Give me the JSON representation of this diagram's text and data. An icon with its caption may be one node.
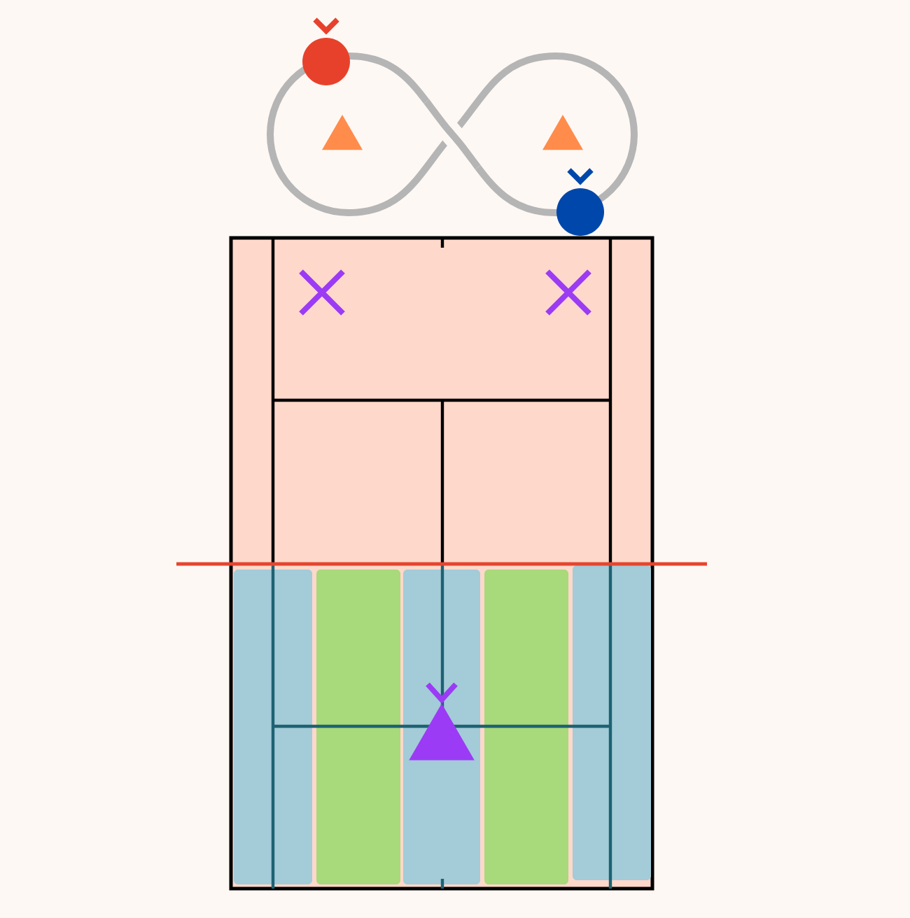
{
  "diagram": {
    "nodes": [
      {
        "text": [],
        "shape": "circle"
      },
      {
        "text": [],
        "shape": "triangle"
      },
      {
        "text": [],
        "shape": "triangle"
      },
      {
        "text": [],
        "shape": "circle"
      },
      {
        "text": [],
        "shape": "box"
      },
      {
        "text": [],
        "shape": "cross",
        "in": 4
      },
      {
        "text": [],
        "shape": "cross",
        "in": 4
      },
      {
        "text": [],
        "shape": "triangle",
        "in": 4
      }
    ]
  }
}
